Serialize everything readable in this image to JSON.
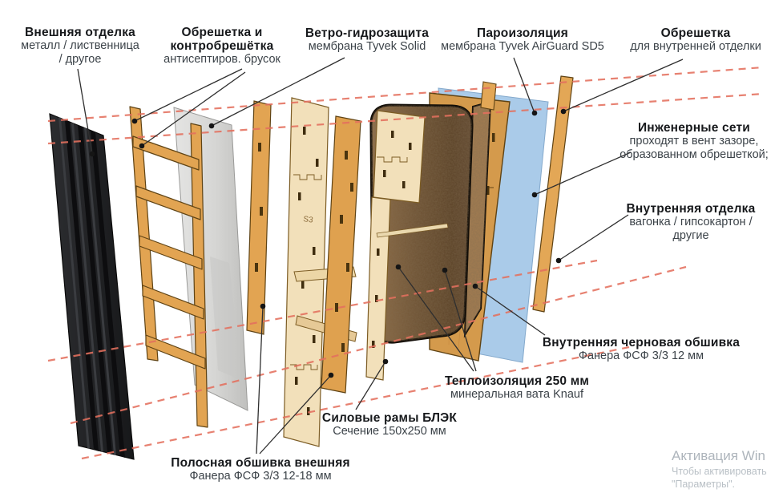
{
  "labels": [
    {
      "id": "external-finish",
      "title_lines": [
        "Внешняя отделка"
      ],
      "sub_lines": [
        "металл / лиственница",
        "/ другое"
      ]
    },
    {
      "id": "battens-counter-battens",
      "title_lines": [
        "Обрешетка и",
        "контробрешётка"
      ],
      "sub_lines": [
        "антисептиров. брусок"
      ]
    },
    {
      "id": "wind-protection",
      "title_lines": [
        "Ветро-гидрозащита"
      ],
      "sub_lines": [
        "мембрана Tyvek Solid"
      ]
    },
    {
      "id": "vapor-barrier",
      "title_lines": [
        "Пароизоляция"
      ],
      "sub_lines": [
        "мембрана Tyvek AirGuard SD5"
      ]
    },
    {
      "id": "inner-battens",
      "title_lines": [
        "Обрешетка"
      ],
      "sub_lines": [
        "для внутренней отделки"
      ]
    },
    {
      "id": "utilities",
      "title_lines": [
        "Инженерные сети"
      ],
      "sub_lines": [
        "проходят в вент зазоре,",
        "образованном обрешеткой;"
      ]
    },
    {
      "id": "inner-finish",
      "title_lines": [
        "Внутренняя отделка"
      ],
      "sub_lines": [
        "вагонка / гипсокартон /",
        "другие"
      ]
    },
    {
      "id": "inner-rough-sheathing",
      "title_lines": [
        "Внутренняя черновая обшивка"
      ],
      "sub_lines": [
        "Фанера ФСФ 3/3 12 мм"
      ]
    },
    {
      "id": "insulation",
      "title_lines": [
        "Теплоизоляция 250 мм"
      ],
      "sub_lines": [
        "минеральная вата Knauf"
      ]
    },
    {
      "id": "power-frames",
      "title_lines": [
        "Силовые рамы БЛЭК"
      ],
      "sub_lines": [
        "Сечение 150x250 мм"
      ]
    },
    {
      "id": "strip-sheathing",
      "title_lines": [
        "Полосная обшивка внешняя"
      ],
      "sub_lines": [
        "Фанера ФСФ 3/3 12-18 мм"
      ]
    }
  ],
  "diagram": {
    "frame_marking": "S3"
  },
  "watermark": {
    "line1": "Активация Win",
    "line2": "Чтобы активировать",
    "line3": "\"Параметры\"."
  },
  "colors": {
    "guide_dash": "#e4705e",
    "wood": "#e2a452",
    "light_plywood": "#f2e0ba",
    "plywood_sheet": "#d49a4c",
    "insulation_front": "#6f5334",
    "insulation_side": "#a37c50",
    "vapor_membrane_blue": "#aacbe9",
    "wind_membrane_gray": "#d9d9d8",
    "metal_cladding_black": "#1e1f22",
    "leader_line": "#2f2f2f",
    "title_text": "#17191c",
    "subtitle_text": "#3c4349",
    "watermark_text": "#aeb5bc"
  }
}
